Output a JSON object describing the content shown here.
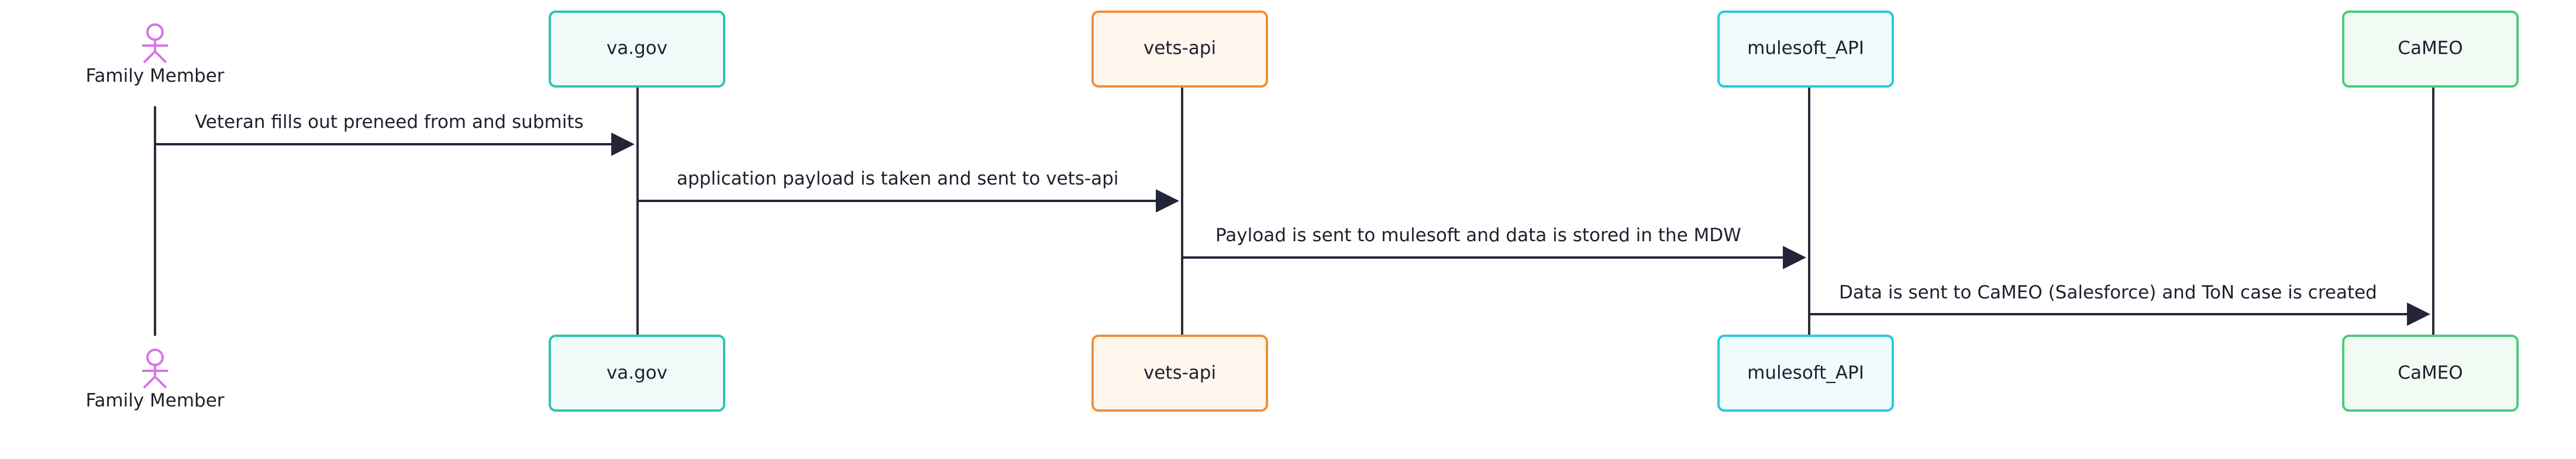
{
  "diagram": {
    "type": "sequence",
    "actor": {
      "label": "Family Member"
    },
    "participants": [
      {
        "id": "va",
        "label": "va.gov",
        "style": "box-vagov",
        "accent": "#2ec4b3"
      },
      {
        "id": "vets",
        "label": "vets-api",
        "style": "box-vetsapi",
        "accent": "#f0903a"
      },
      {
        "id": "mule",
        "label": "mulesoft_API",
        "style": "box-mulesoft",
        "accent": "#28c9dc"
      },
      {
        "id": "cameo",
        "label": "CaMEO",
        "style": "box-cameo",
        "accent": "#49cc7a"
      }
    ],
    "messages": [
      {
        "from": "actor",
        "to": "va",
        "text": "Veteran fills out preneed from and submits"
      },
      {
        "from": "va",
        "to": "vets",
        "text": "application payload is taken and sent to vets-api"
      },
      {
        "from": "vets",
        "to": "mule",
        "text": "Payload is sent to mulesoft and data is stored in the MDW"
      },
      {
        "from": "mule",
        "to": "cameo",
        "text": "Data is sent to CaMEO (Salesforce) and ToN case is created"
      }
    ],
    "colors": {
      "lifeline": "#2b2b3a",
      "actor": "#d874e8",
      "text": "#1f1f2e"
    }
  }
}
